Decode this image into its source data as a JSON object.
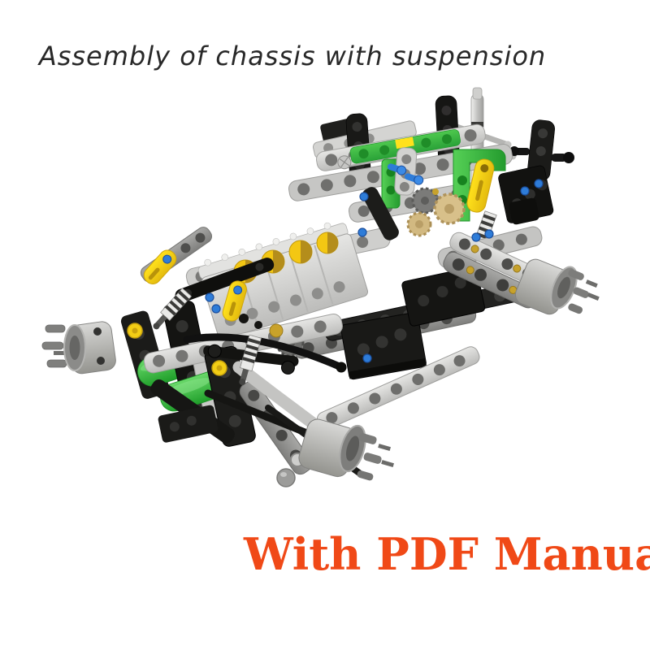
{
  "page": {
    "background_color": "#ffffff"
  },
  "caption": {
    "text": "Assembly of chassis with suspension",
    "color": "#282828"
  },
  "footer": {
    "text": "With PDF Manual",
    "color": "#f04917"
  },
  "product_image": {
    "name": "technic-chassis-with-suspension",
    "description": "Brick-built chassis with gray beams, engine block with gold cylinders, yellow shock absorbers with chrome springs, green frame parts, blue pins, tan gears, silver steering column and three gray axle hubs",
    "palette": {
      "beam_light_gray": "#c9c9c7",
      "beam_dark_gray": "#8f8f8d",
      "black_parts": "#1b1b1b",
      "green_parts": "#3cbe3c",
      "yellow_parts": "#ffd91c",
      "blue_pins": "#2e7cd8",
      "tan_gears": "#d8c08a",
      "chrome_silver": "#c6c6c4",
      "hub_gray": "#a9a9a7"
    }
  }
}
